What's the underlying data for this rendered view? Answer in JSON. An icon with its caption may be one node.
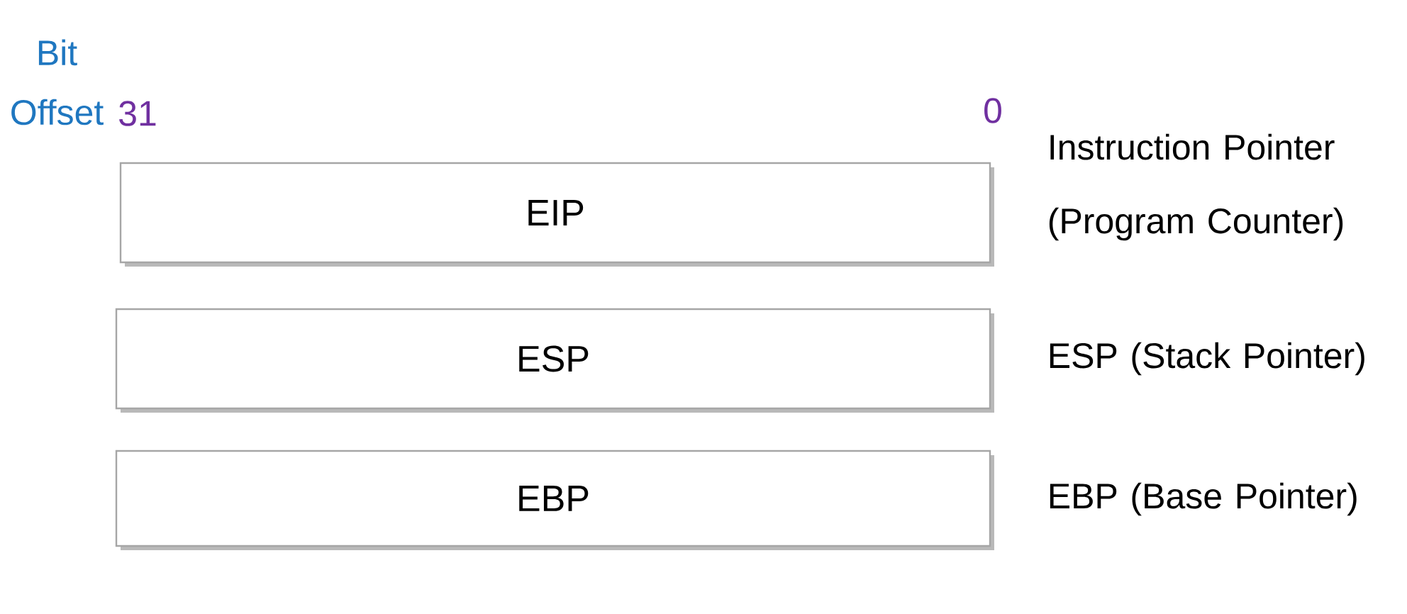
{
  "diagram": {
    "nodes": [
      {
        "text": [
          "EIP"
        ],
        "beside": [
          "Instruction Pointer (Program Counter)"
        ]
      },
      {
        "text": [
          "ESP"
        ],
        "beside": [
          "ESP (Stack Pointer)"
        ]
      },
      {
        "text": [
          "EBP"
        ],
        "beside": [
          "EBP (Base Pointer)"
        ]
      }
    ],
    "labels": [
      "Bit Offset",
      "31",
      "0"
    ]
  }
}
